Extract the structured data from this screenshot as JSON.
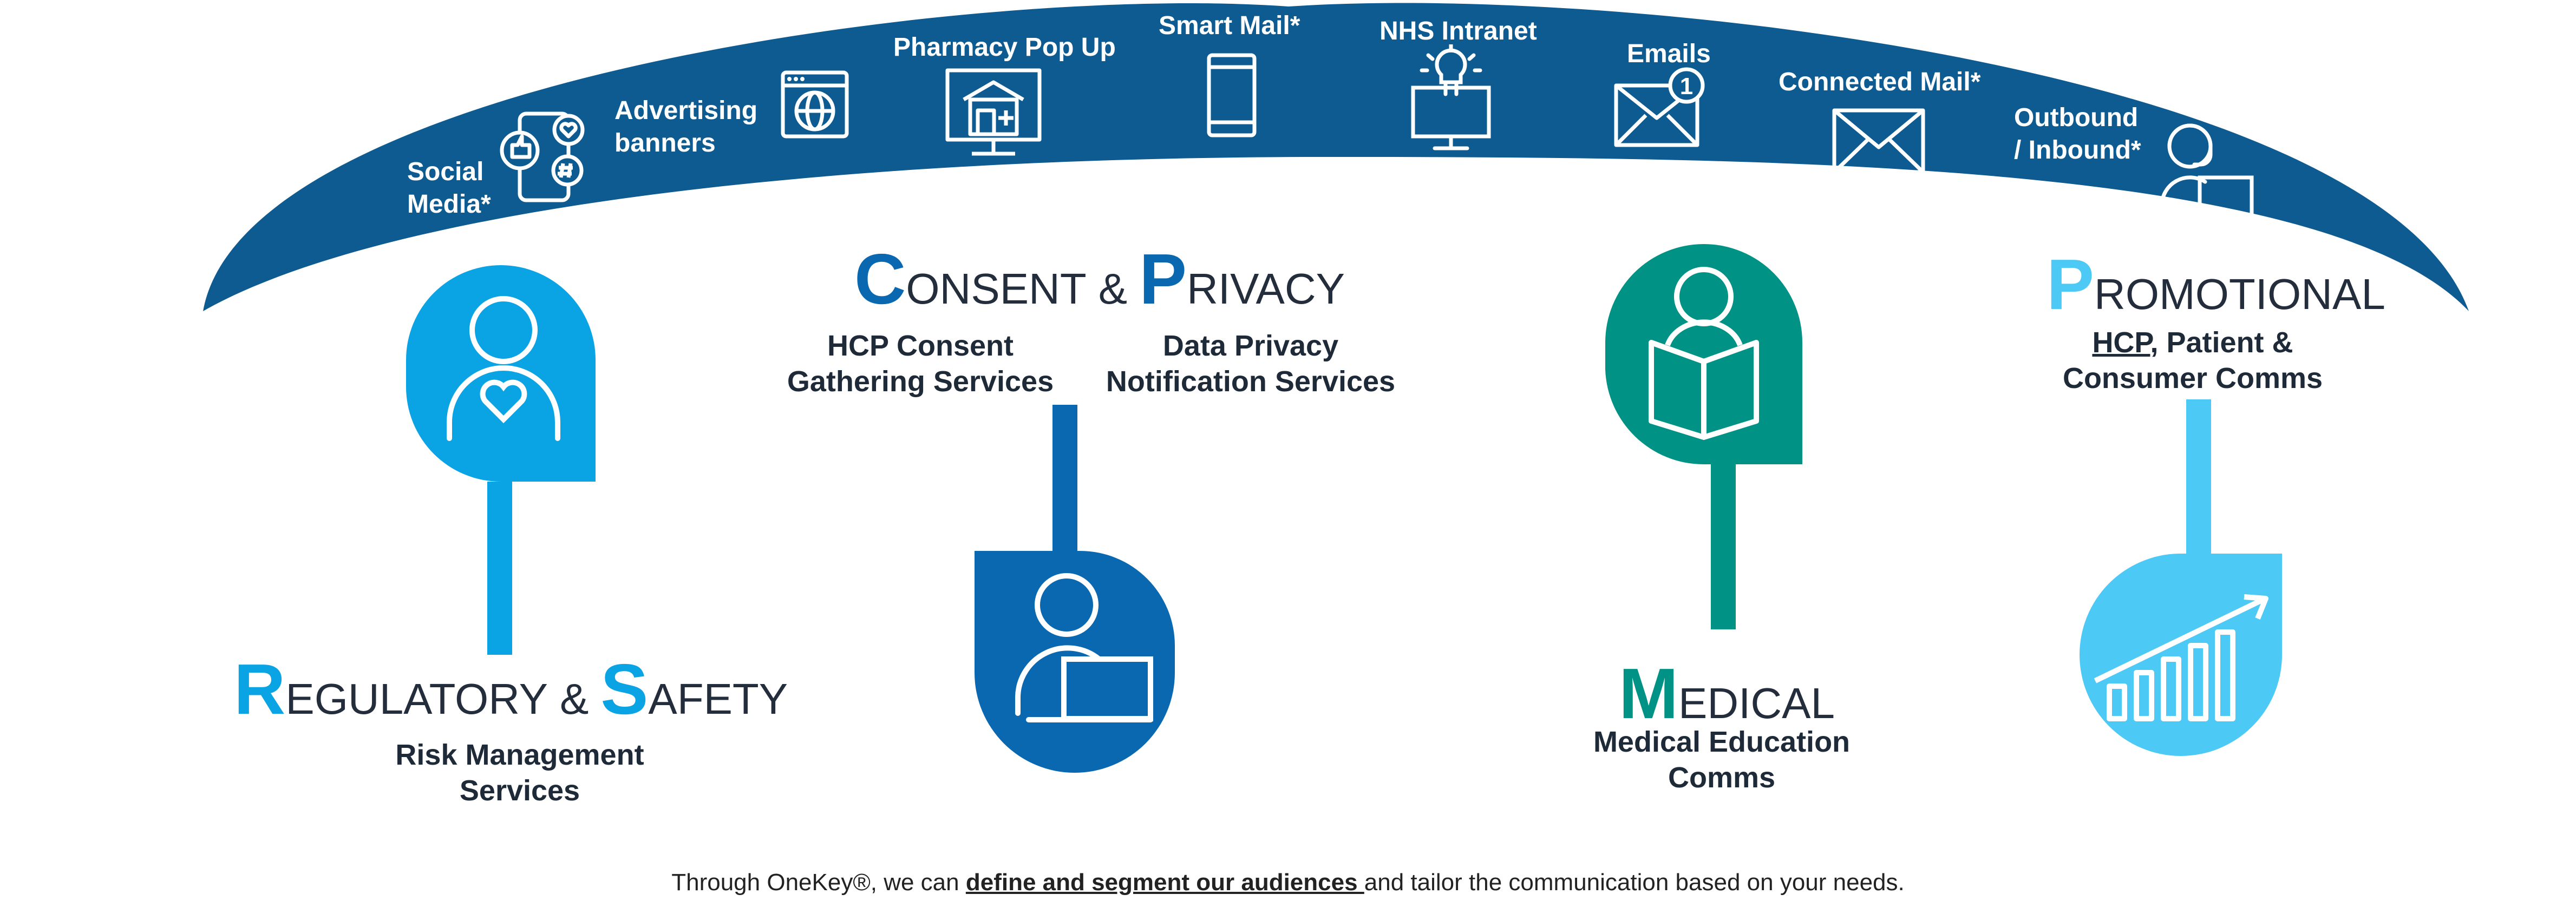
{
  "colors": {
    "arc": "#0e5b92",
    "regulatory": "#0aa4e4",
    "consent": "#0a68b1",
    "medical": "#009285",
    "promotional": "#4cc9f5",
    "text_dark": "#232d3c"
  },
  "channels": [
    {
      "label": "Social\nMedia*",
      "icon": "social-media-phone-icon"
    },
    {
      "label": "Advertising\nbanners",
      "icon": "browser-globe-icon"
    },
    {
      "label": "Pharmacy Pop Up",
      "icon": "pharmacy-store-icon"
    },
    {
      "label": "Smart Mail*",
      "icon": "smartphone-icon"
    },
    {
      "label": "NHS Intranet",
      "icon": "monitor-lightbulb-icon"
    },
    {
      "label": "Emails",
      "icon": "email-notification-icon"
    },
    {
      "label": "Connected Mail*",
      "icon": "envelope-icon"
    },
    {
      "label": "Outbound\n/ Inbound*",
      "icon": "call-agent-icon"
    }
  ],
  "categories": {
    "regulatory": {
      "title_parts": [
        {
          "cap": "R",
          "rest": "egulatory"
        },
        {
          "amp": "&"
        },
        {
          "cap": "S",
          "rest": "afety"
        }
      ],
      "subtitle": "Risk Management\nServices",
      "icon": "person-heart-icon"
    },
    "consent": {
      "title_parts": [
        {
          "cap": "C",
          "rest": "onsent"
        },
        {
          "amp": "&"
        },
        {
          "cap": "P",
          "rest": "rivacy"
        }
      ],
      "subtitle_left": "HCP Consent\nGathering Services",
      "subtitle_right": "Data Privacy\nNotification Services",
      "icon": "person-laptop-icon"
    },
    "medical": {
      "title_parts": [
        {
          "cap": "M",
          "rest": "edical"
        }
      ],
      "subtitle": "Medical Education\nComms",
      "icon": "person-reading-book-icon"
    },
    "promotional": {
      "title_parts": [
        {
          "cap": "P",
          "rest": "romotional"
        }
      ],
      "subtitle_underlined": "HCP",
      "subtitle_rest": ", Patient &\nConsumer Comms",
      "icon": "growth-chart-icon"
    }
  },
  "footer": {
    "before": "Through OneKey®, we can ",
    "bold": "define and segment our audiences ",
    "after": "and tailor the communication based on your needs."
  }
}
